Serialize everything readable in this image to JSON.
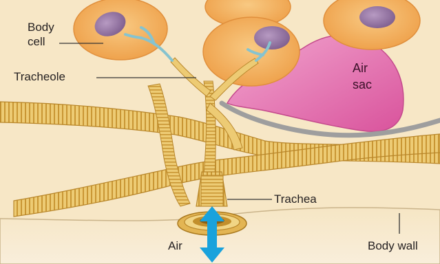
{
  "labels": {
    "body_cell_1": "Body",
    "body_cell_2": "cell",
    "tracheole": "Tracheole",
    "air_sac_1": "Air",
    "air_sac_2": "sac",
    "trachea": "Trachea",
    "air": "Air",
    "body_wall": "Body wall"
  },
  "colors": {
    "background": "#f7e7c6",
    "cell_fill": "#f4b96c",
    "cell_edge": "#e79a45",
    "nucleus": "#9a7aa8",
    "tube": "#e9c56a",
    "tube_ring": "#c9962e",
    "air_sac": "#e27ab3",
    "tracheole": "#8fc6d1",
    "arrow": "#1aa3dc"
  }
}
